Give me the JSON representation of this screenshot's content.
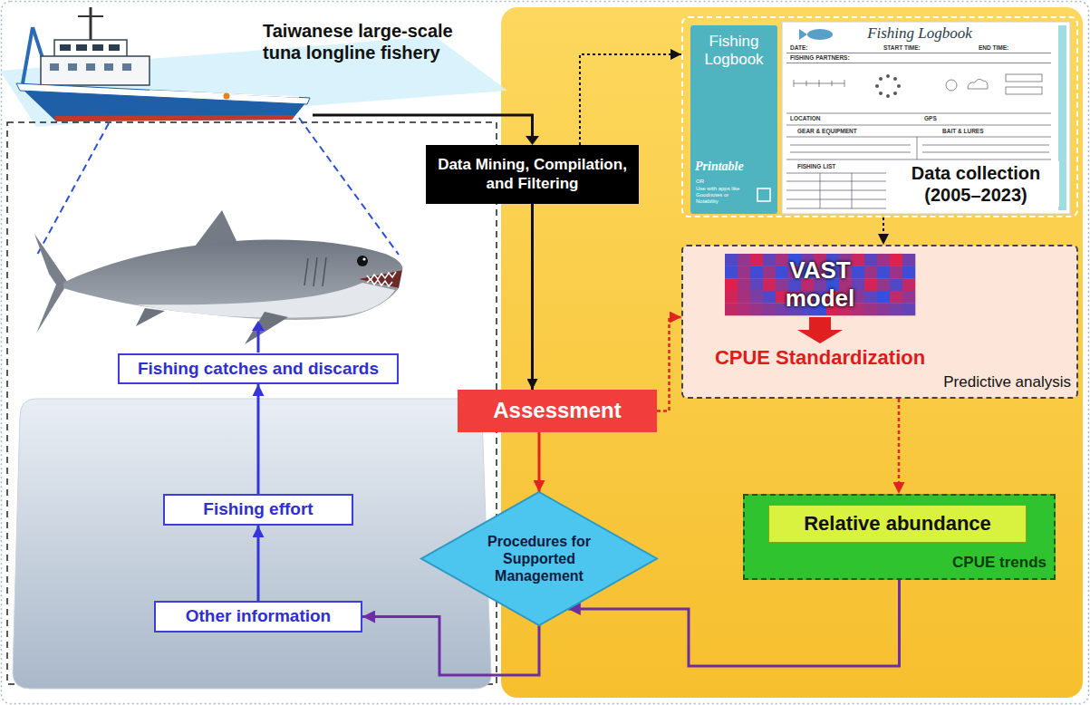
{
  "diagram": {
    "nodes": [
      {
        "text": [
          "Data Mining, Compilation, and Filtering"
        ]
      },
      {
        "text": [
          "Data collection (2005–2023)"
        ]
      },
      {
        "text": [
          "Assessment"
        ]
      },
      {
        "text": [
          "CPUE Standardization",
          "Predictive analysis"
        ]
      },
      {
        "text": [
          "VAST model"
        ],
        "in": 3
      },
      {
        "text": [
          "Procedures for Supported Management"
        ]
      },
      {
        "text": [
          "CPUE trends"
        ]
      },
      {
        "text": [
          "Relative abundance"
        ],
        "in": 6
      },
      {
        "text": [
          "Fishing catches and discards"
        ]
      },
      {
        "text": [
          "Fishing effort"
        ]
      },
      {
        "text": [
          "Other information"
        ]
      }
    ],
    "edges": [
      {
        "from": 0,
        "to": 2,
        "arrow": "to"
      },
      {
        "from": 0,
        "to": 1,
        "arrow": "to"
      },
      {
        "from": 1,
        "to": 3,
        "arrow": "to"
      },
      {
        "from": 2,
        "to": 3,
        "arrow": "to"
      },
      {
        "from": 3,
        "to": 6,
        "arrow": "to"
      },
      {
        "from": 2,
        "to": 5,
        "arrow": "to"
      },
      {
        "from": 6,
        "to": 5,
        "arrow": "to"
      },
      {
        "from": 5,
        "to": 10,
        "arrow": "to"
      },
      {
        "from": 10,
        "to": 9,
        "arrow": "to"
      },
      {
        "from": 9,
        "to": 8,
        "arrow": "to"
      }
    ],
    "labels": [
      "Taiwanese large-scale tuna longline fishery",
      "Fishing Logbook",
      "Printable",
      "OR",
      "Use with apps like Goodnotes or Notability",
      "Fishing Logbook",
      "DATE:",
      "START TIME:",
      "END TIME:",
      "FISHING PARTNERS:",
      "LOCATION",
      "GPS",
      "GEAR & EQUIPMENT",
      "BAIT & LURES",
      "FISHING LIST"
    ]
  }
}
